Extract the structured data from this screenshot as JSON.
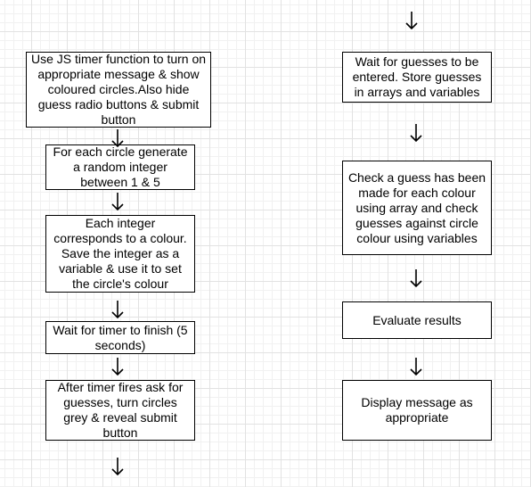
{
  "flowchart": {
    "left_column": [
      "Use JS timer function to turn on appropriate message & show coloured circles.Also hide guess radio buttons & submit button",
      "For each circle generate a random integer between 1 & 5",
      "Each integer corresponds to a colour. Save the integer as a variable & use it to set the circle's colour",
      "Wait for timer to finish (5 seconds)",
      "After timer fires ask for guesses, turn circles grey & reveal submit button"
    ],
    "right_column": [
      "Wait for guesses to be entered. Store guesses in arrays and variables",
      "Check a guess has been made for each colour using array and check guesses against circle colour using variables",
      "Evaluate results",
      "Display message as appropriate"
    ],
    "arrow_icon": "down-arrow-icon",
    "colors": {
      "stroke": "#000000",
      "box_fill": "#ffffff",
      "grid_line": "#e2e2e2"
    }
  }
}
